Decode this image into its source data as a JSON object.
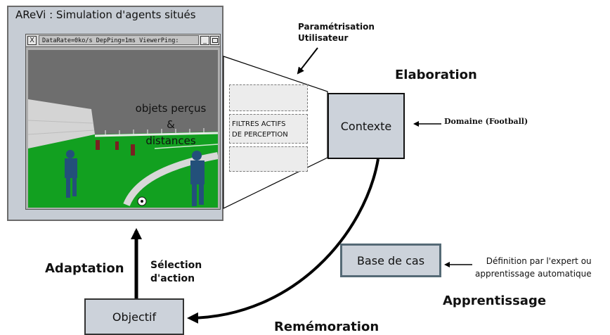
{
  "window": {
    "title": "AReVi : Simulation d'agents situés",
    "viewer_title": "DataRate=0ko/s  DepPing=1ms  ViewerPing:",
    "close_glyph": "X",
    "minimize_glyph": "_",
    "maximize_glyph": "□"
  },
  "scene": {
    "label_line1": "objets perçus",
    "label_line2": "&",
    "label_line3": "distances"
  },
  "filters": {
    "line1": "FILTRES ACTIFS",
    "line2": "DE PERCEPTION"
  },
  "boxes": {
    "contexte": "Contexte",
    "base_de_cas": "Base de cas",
    "objectif": "Objectif"
  },
  "labels": {
    "parametrisation_line1": "Paramétrisation",
    "parametrisation_line2": "Utilisateur",
    "elaboration": "Elaboration",
    "domaine": "Domaine (Football)",
    "definition_line1": "Définition par l'expert ou",
    "definition_line2": "apprentissage automatique",
    "apprentissage": "Apprentissage",
    "rememoration": "Remémoration",
    "adaptation": "Adaptation",
    "selection_line1": "Sélection",
    "selection_line2": "d'action"
  },
  "colors": {
    "box_fill": "#ccd2da",
    "window_bg": "#c6ccd4",
    "sky": "#6e6e6e",
    "grass": "#12a020"
  }
}
